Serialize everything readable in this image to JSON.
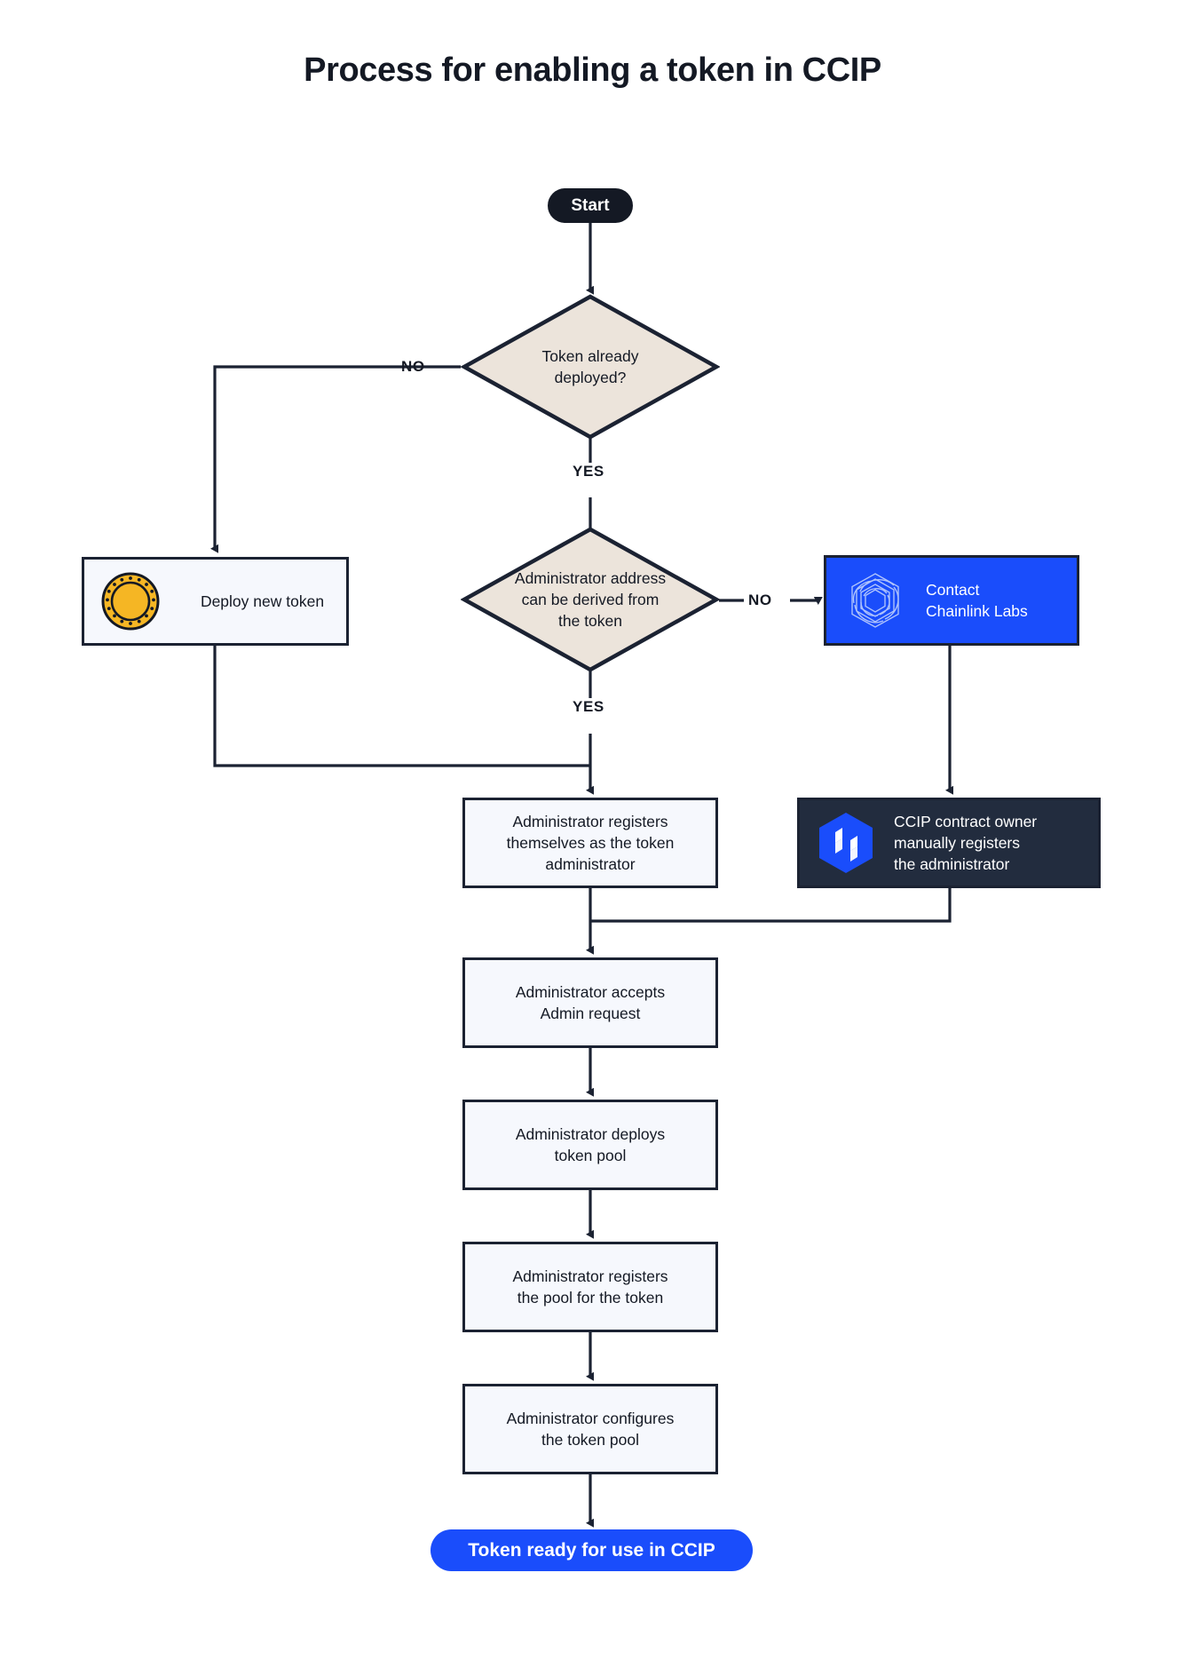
{
  "page": {
    "title": "Process for enabling a token in CCIP",
    "background": "#ffffff"
  },
  "colors": {
    "ink": "#141924",
    "stroke": "#1b2232",
    "process_fill": "#f6f8fd",
    "decision_fill": "#ece4db",
    "brand_blue": "#1a4dfb",
    "dark_navy": "#222c3e",
    "coin_gold": "#f5b624"
  },
  "flow": {
    "start": {
      "label": "Start"
    },
    "decision_1": {
      "label": "Token already deployed?"
    },
    "decision_2": {
      "label": "Administrator address can be derived from the token"
    },
    "deploy_token": {
      "label": "Deploy new token",
      "icon": "gold-coin-icon"
    },
    "contact_labs": {
      "label": "Contact\nChainlink Labs",
      "line1": "Contact",
      "line2": "Chainlink Labs",
      "icon": "chainlink-logo-icon"
    },
    "ccip_owner_registers": {
      "line1": "CCIP contract owner",
      "line2": "manually registers",
      "line3": "the administrator",
      "icon": "ccip-hexagon-icon"
    },
    "admin_registers_self": {
      "line1": "Administrator registers",
      "line2": "themselves as the token",
      "line3": "administrator"
    },
    "admin_accepts": {
      "line1": "Administrator accepts",
      "line2": "Admin request"
    },
    "admin_deploys_pool": {
      "line1": "Administrator deploys",
      "line2": "token pool"
    },
    "admin_registers_pool": {
      "line1": "Administrator registers",
      "line2": "the pool for the token"
    },
    "admin_configures_pool": {
      "line1": "Administrator configures",
      "line2": "the token pool"
    },
    "end": {
      "label": "Token ready for use in CCIP"
    }
  },
  "edge_labels": {
    "no_1": "NO",
    "yes_1": "YES",
    "no_2": "NO",
    "yes_2": "YES"
  }
}
